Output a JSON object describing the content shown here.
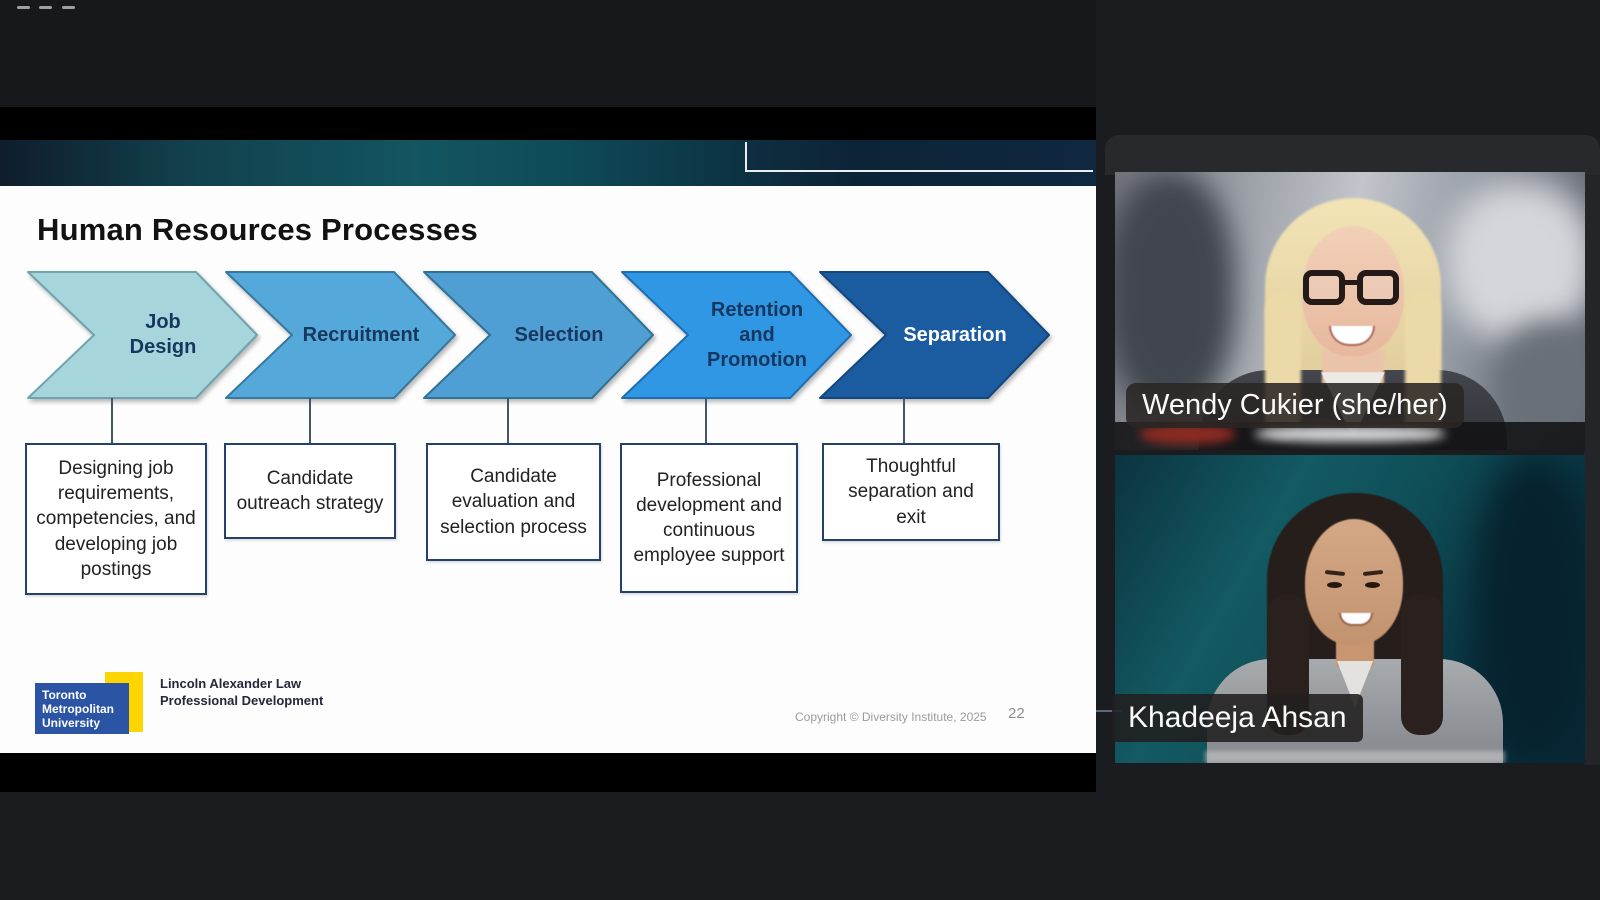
{
  "meeting": {
    "window_controls": [
      "dash",
      "dash",
      "dash"
    ],
    "participants": [
      {
        "name": "Wendy Cukier (she/her)"
      },
      {
        "name": "Khadeeja Ahsan"
      }
    ]
  },
  "slide": {
    "title": "Human Resources Processes",
    "process_steps": [
      {
        "label": "Job Design",
        "description": "Designing job requirements, competencies, and developing job postings",
        "fill": "#a7d5dc",
        "stroke": "#6fa3b0"
      },
      {
        "label": "Recruitment",
        "description": "Candidate outreach strategy",
        "fill": "#55a9da",
        "stroke": "#36789e"
      },
      {
        "label": "Selection",
        "description": "Candidate evaluation and selection process",
        "fill": "#4f9fd4",
        "stroke": "#2e7296"
      },
      {
        "label": "Retention and Promotion",
        "description": "Professional development and continuous employee support",
        "fill": "#2f97e3",
        "stroke": "#1e6db0"
      },
      {
        "label": "Separation",
        "description": "Thoughtful separation and exit",
        "fill": "#1b5ba0",
        "stroke": "#12477e"
      }
    ],
    "footer": {
      "university_logo_text": "Toronto Metropolitan University",
      "program_line1": "Lincoln Alexander Law",
      "program_line2": "Professional Development",
      "copyright": "Copyright © Diversity Institute, 2025",
      "page_number": "22"
    },
    "colors": {
      "logo_blue": "#2b55a4",
      "logo_yellow": "#ffd500",
      "step_text_dark": "#17375e",
      "step_text_light": "#ffffff",
      "box_border": "#24416b"
    }
  }
}
